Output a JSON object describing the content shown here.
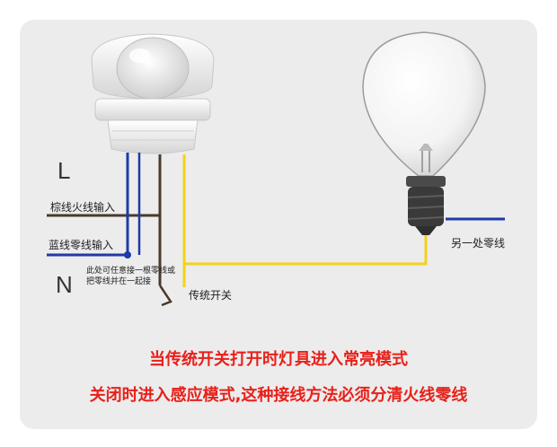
{
  "labels": {
    "live_letter": "L",
    "neutral_letter": "N",
    "brown_input": "棕线火线输入",
    "blue_input": "蓝线零线输入",
    "note": "此处可任意接一根零线或把零线并在一起接",
    "switch": "传统开关",
    "other_neutral": "另一处零线"
  },
  "caption": {
    "line1": "当传统开关打开时灯具进入常亮模式",
    "line2": "关闭时进入感应模式,这种接线方法必须分清火线零线"
  },
  "colors": {
    "brown_wire": "#4a3a2a",
    "blue_wire": "#1e3aa8",
    "yellow_wire": "#f2d21c",
    "caption_red": "#e8201a"
  }
}
